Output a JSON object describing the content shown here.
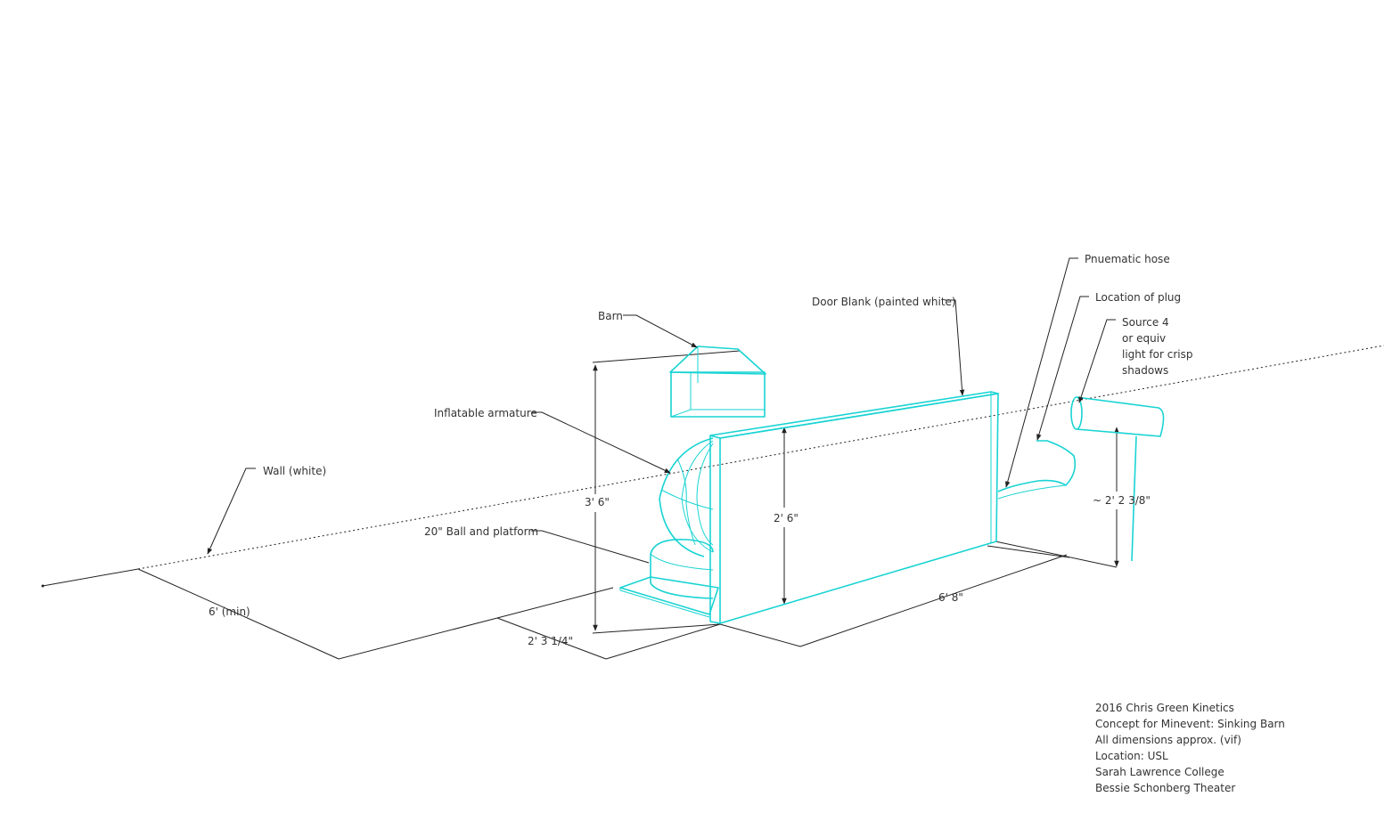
{
  "diagram": {
    "accent_color": "#19d3d3",
    "line_color": "#222222",
    "labels": {
      "barn": "Barn",
      "door_blank": "Door Blank (painted white)",
      "pneumatic_hose": "Pnuematic hose",
      "location_of_plug": "Location of plug",
      "source4": [
        "Source 4",
        "or equiv",
        "light for crisp",
        "shadows"
      ],
      "inflatable_armature": "Inflatable armature",
      "wall": "Wall (white)",
      "ball_platform": "20\" Ball and platform"
    },
    "dimensions": {
      "height_total": "3' 6\"",
      "door_height": "2' 6\"",
      "light_height": "~ 2' 2 3/8\"",
      "wall_distance": "6' (min)",
      "platform_depth": "2' 3 1/4\"",
      "door_width": "6' 8\""
    }
  },
  "notes": [
    "2016 Chris Green Kinetics",
    "Concept for Minevent: Sinking Barn",
    "All dimensions approx. (vif)",
    "Location: USL",
    "Sarah Lawrence College",
    "Bessie Schonberg Theater"
  ]
}
